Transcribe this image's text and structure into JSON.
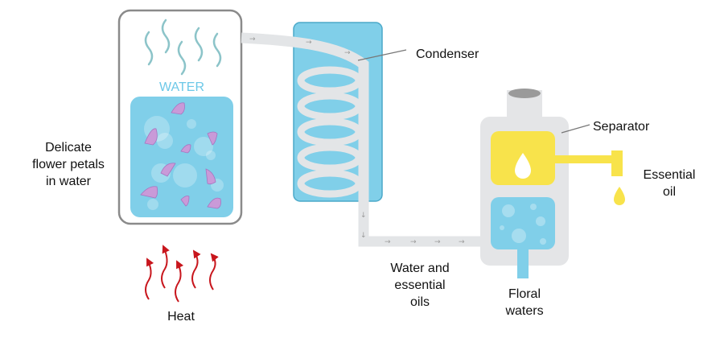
{
  "title": "Steam distillation of essential oils",
  "labels": {
    "water": "WATER",
    "condenser": "Condenser",
    "separator": "Separator",
    "essential_oil": [
      "Essential",
      "oil"
    ],
    "petals": [
      "Delicate",
      "flower petals",
      "in water"
    ],
    "water_oils": [
      "Water and",
      "essential",
      "oils"
    ],
    "floral_waters": [
      "Floral",
      "waters"
    ],
    "heat": "Heat"
  },
  "colors": {
    "water": "#80cfe9",
    "condenser_stroke": "#4ba9c9",
    "pipe": "#e3e5e7",
    "oil": "#f8e34b",
    "heat": "#c8161d",
    "steam": "#8cc4c9"
  }
}
